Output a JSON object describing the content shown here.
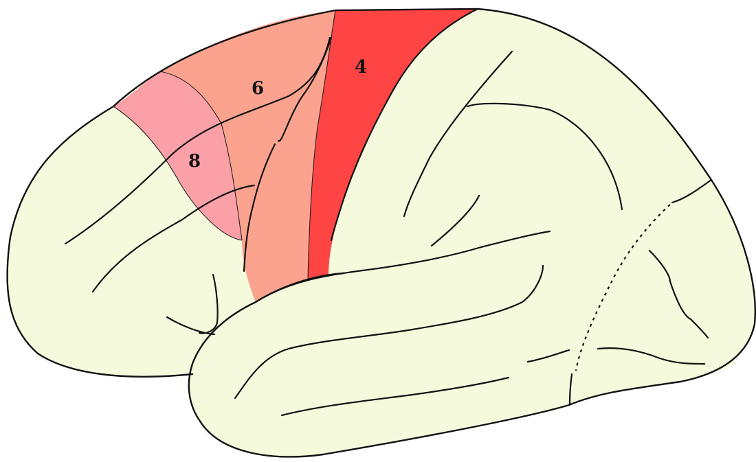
{
  "colors": {
    "cortex": "#f5fadc",
    "area_4": "#ff4444",
    "area_6": "#fba38e",
    "area_8": "#fca0a8",
    "outline": "#111111"
  },
  "areas": [
    {
      "id": "area-4",
      "label": "4"
    },
    {
      "id": "area-6",
      "label": "6"
    },
    {
      "id": "area-8",
      "label": "8"
    }
  ]
}
